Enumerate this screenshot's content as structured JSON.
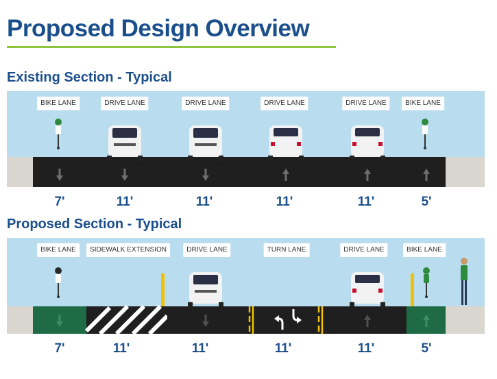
{
  "page": {
    "title": "Proposed Design Overview"
  },
  "existing": {
    "heading": "Existing Section - Typical",
    "lanes": [
      {
        "label": "BIKE LANE",
        "width": "7'"
      },
      {
        "label": "DRIVE LANE",
        "width": "11'"
      },
      {
        "label": "DRIVE LANE",
        "width": "11'"
      },
      {
        "label": "DRIVE LANE",
        "width": "11'"
      },
      {
        "label": "DRIVE LANE",
        "width": "11'"
      },
      {
        "label": "BIKE LANE",
        "width": "5'"
      }
    ]
  },
  "proposed": {
    "heading": "Proposed Section - Typical",
    "lanes": [
      {
        "label": "BIKE LANE",
        "width": "7'"
      },
      {
        "label": "SIDEWALK EXTENSION",
        "width": "11'"
      },
      {
        "label": "DRIVE LANE",
        "width": "11'"
      },
      {
        "label": "TURN LANE",
        "width": "11'"
      },
      {
        "label": "DRIVE LANE",
        "width": "11'"
      },
      {
        "label": "BIKE LANE",
        "width": "5'"
      }
    ]
  },
  "colors": {
    "heading": "#1b4f8c",
    "rule": "#8cc63f",
    "sky": "#b9dcef",
    "asphalt": "#1f1f1f",
    "bike_lane_green": "#1f6b45",
    "curb": "#d9d6cf"
  }
}
